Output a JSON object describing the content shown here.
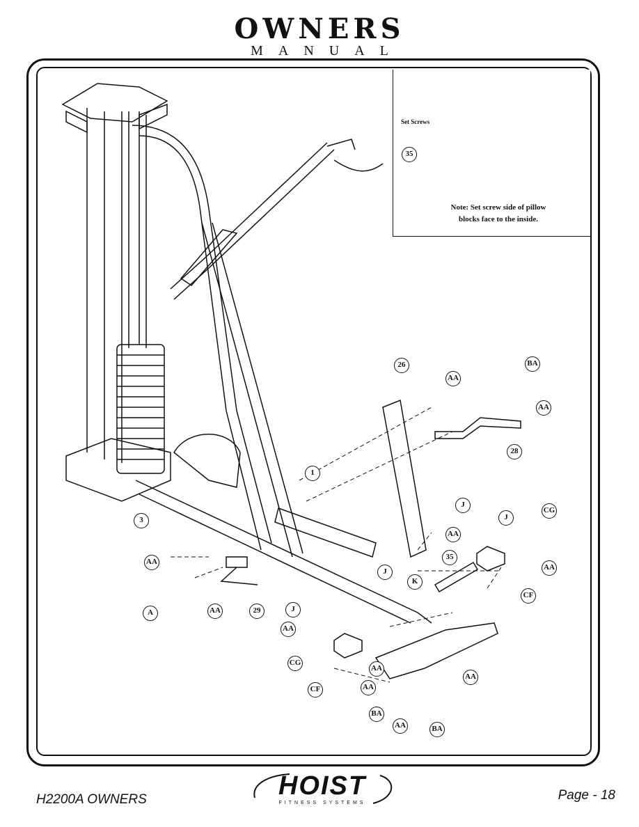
{
  "header": {
    "title": "OWNERS",
    "subtitle": "MANUAL"
  },
  "inset": {
    "set_screws_label": "Set Screws",
    "note_line1": "Note: Set screw side of pillow",
    "note_line2": "blocks face to the inside."
  },
  "callouts": {
    "c35_inset": "35",
    "c26": "26",
    "cBA_top": "BA",
    "cAA_top1": "AA",
    "cAA_top2": "AA",
    "c28": "28",
    "c1": "1",
    "c3": "3",
    "cJ_right1": "J",
    "cJ_right2": "J",
    "cCG_right": "CG",
    "cAA_right1": "AA",
    "c35_main": "35",
    "cAA_right2": "AA",
    "cK": "K",
    "cCF_right": "CF",
    "cJ_mid": "J",
    "cAA_left": "AA",
    "cA": "A",
    "cAA_left2": "AA",
    "c29": "29",
    "cJ_low": "J",
    "cAA_low": "AA",
    "cCG_low": "CG",
    "cAA_low2": "AA",
    "cCF_low": "CF",
    "cAA_low3": "AA",
    "cBA_low": "BA",
    "cAA_low4": "AA",
    "cAA_low5": "AA",
    "cBA_low2": "BA"
  },
  "footer": {
    "model": "H2200A OWNERS",
    "page": "Page - 18",
    "logo_word": "HOIST",
    "logo_sub": "FITNESS SYSTEMS"
  }
}
